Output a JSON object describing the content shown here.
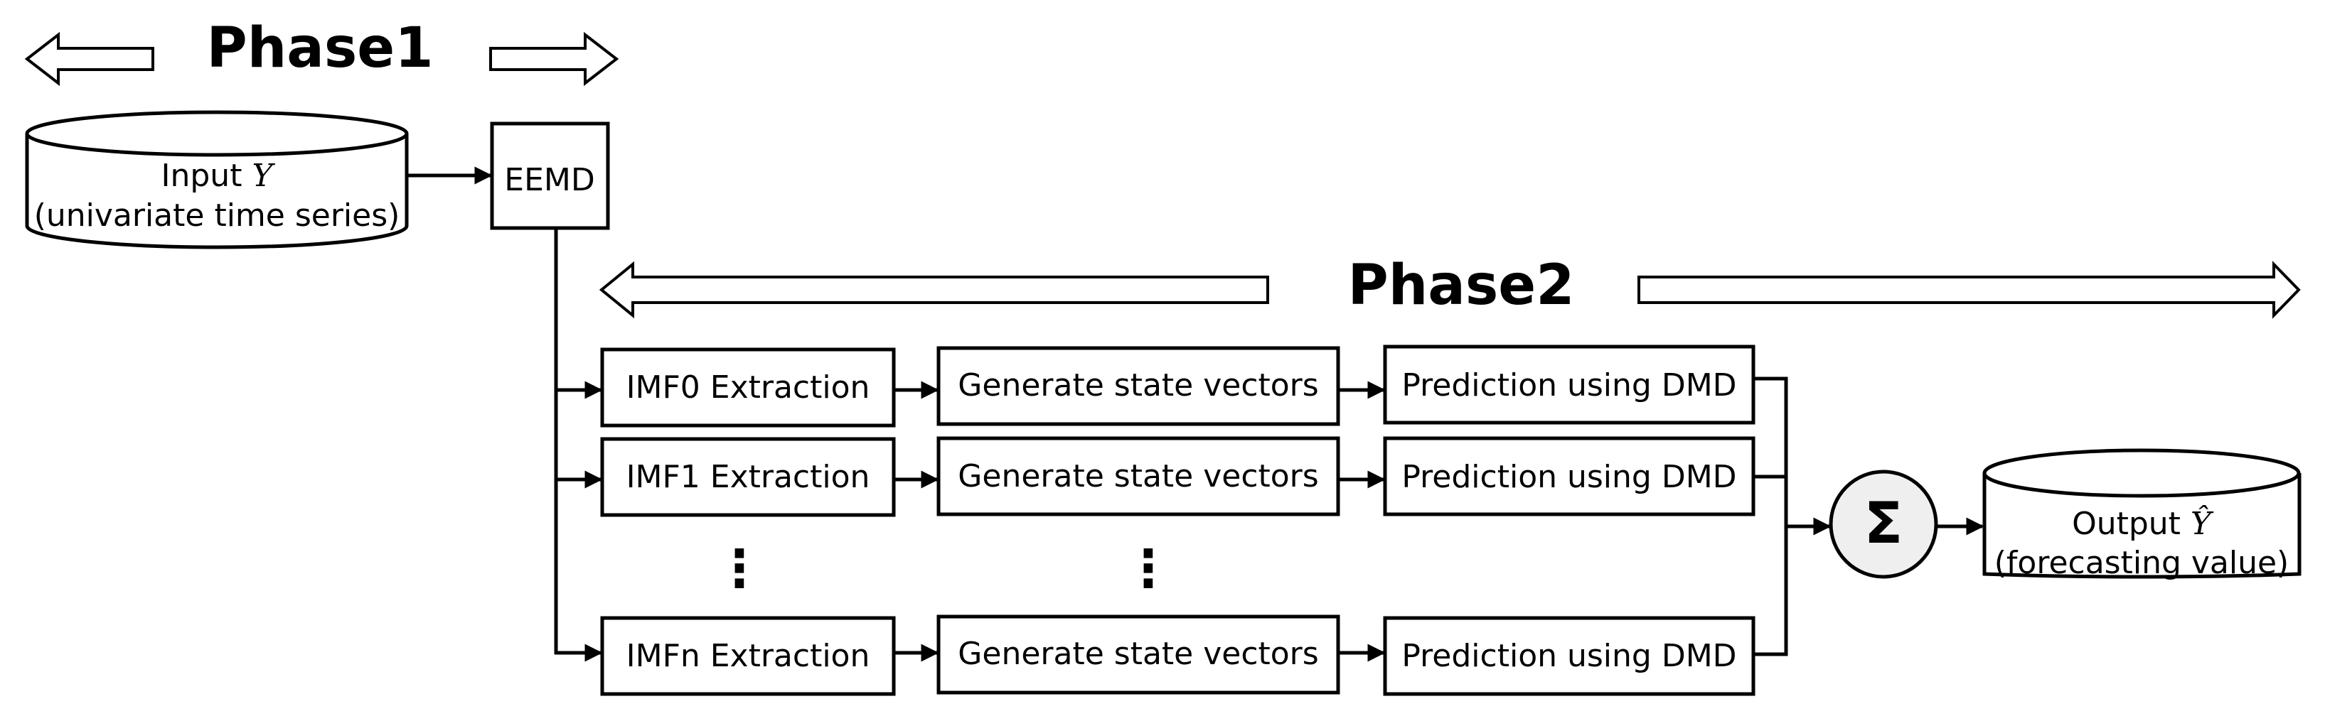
{
  "phase1": {
    "title": "Phase1"
  },
  "phase2": {
    "title": "Phase2"
  },
  "input": {
    "line1_prefix": "Input ",
    "variable": "Y",
    "line2": "(univariate time series)"
  },
  "eemd": {
    "label": "EEMD"
  },
  "rows": [
    {
      "extraction": "IMF0 Extraction",
      "state": "Generate state vectors",
      "predict": "Prediction using DMD"
    },
    {
      "extraction": "IMF1 Extraction",
      "state": "Generate state vectors",
      "predict": "Prediction using DMD"
    },
    {
      "extraction": "IMFn Extraction",
      "state": "Generate state vectors",
      "predict": "Prediction using DMD"
    }
  ],
  "ellipsis": "⋮",
  "sum": {
    "symbol": "Σ"
  },
  "output": {
    "line1_prefix": "Output ",
    "variable": "Ŷ",
    "line2": "(forecasting value)"
  }
}
